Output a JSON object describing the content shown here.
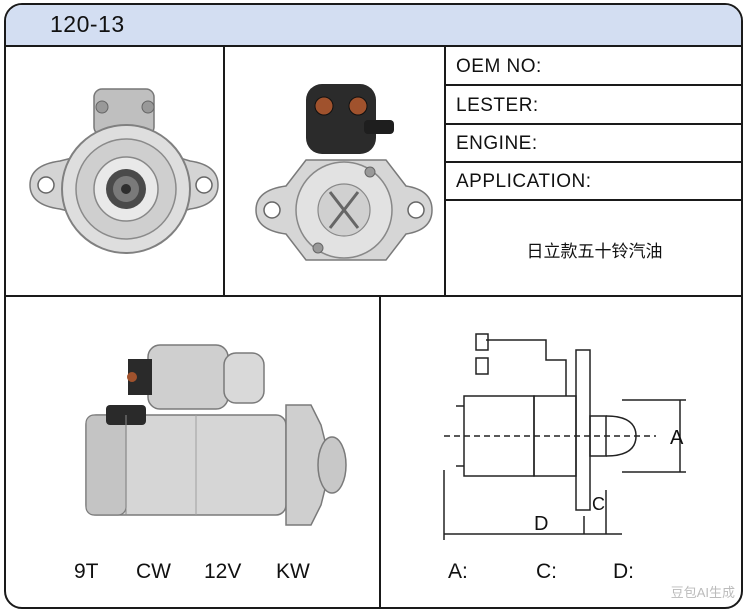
{
  "header": {
    "model": "120-13"
  },
  "specs": {
    "rows": [
      "OEM NO:",
      "LESTER:",
      "ENGINE:",
      "APPLICATION:"
    ],
    "application_text": "日立款五十铃汽油"
  },
  "attributes": {
    "teeth": "9T",
    "rotation": "CW",
    "voltage": "12V",
    "power": "KW"
  },
  "dimensions": {
    "a_label": "A:",
    "c_label": "C:",
    "d_label": "D:",
    "diagram_a": "A",
    "diagram_c": "C",
    "diagram_d": "D"
  },
  "watermark": "豆包AI生成"
}
